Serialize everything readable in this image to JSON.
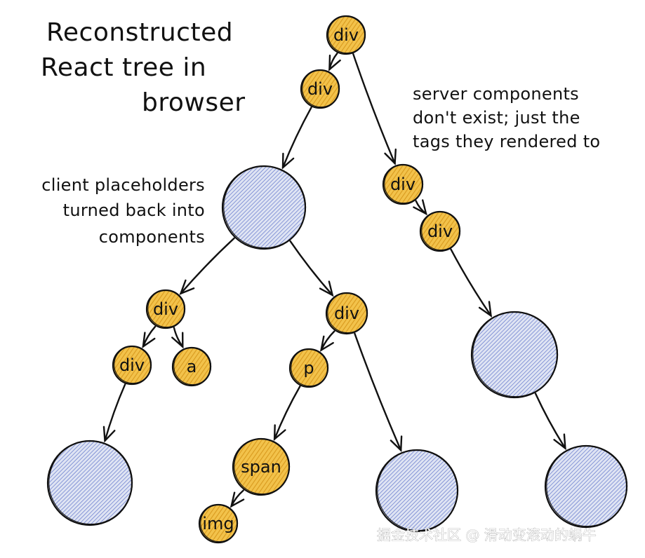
{
  "title": {
    "lines": [
      "Reconstructed",
      "React tree in",
      "browser"
    ]
  },
  "notes": {
    "server": [
      "server components",
      "don't exist; just the",
      "tags they rendered to"
    ],
    "client": [
      "client placeholders",
      "turned back into",
      "components"
    ]
  },
  "nodes": [
    {
      "id": "root-div",
      "kind": "tag",
      "label": "div"
    },
    {
      "id": "div2",
      "kind": "tag",
      "label": "div"
    },
    {
      "id": "client-1",
      "kind": "component",
      "label": ""
    },
    {
      "id": "right-div1",
      "kind": "tag",
      "label": "div"
    },
    {
      "id": "right-div2",
      "kind": "tag",
      "label": "div"
    },
    {
      "id": "client-2",
      "kind": "component",
      "label": ""
    },
    {
      "id": "div-a-parent",
      "kind": "tag",
      "label": "div"
    },
    {
      "id": "div-p-parent",
      "kind": "tag",
      "label": "div"
    },
    {
      "id": "div-leaf",
      "kind": "tag",
      "label": "div"
    },
    {
      "id": "a",
      "kind": "tag",
      "label": "a"
    },
    {
      "id": "p",
      "kind": "tag",
      "label": "p"
    },
    {
      "id": "span",
      "kind": "tag",
      "label": "span"
    },
    {
      "id": "img",
      "kind": "tag",
      "label": "img"
    },
    {
      "id": "client-3",
      "kind": "component",
      "label": ""
    },
    {
      "id": "client-4",
      "kind": "component",
      "label": ""
    },
    {
      "id": "client-5",
      "kind": "component",
      "label": ""
    }
  ],
  "edges": [
    [
      "root-div",
      "div2"
    ],
    [
      "root-div",
      "right-div1"
    ],
    [
      "div2",
      "client-1"
    ],
    [
      "right-div1",
      "right-div2"
    ],
    [
      "right-div2",
      "client-2"
    ],
    [
      "client-1",
      "div-a-parent"
    ],
    [
      "client-1",
      "div-p-parent"
    ],
    [
      "div-a-parent",
      "div-leaf"
    ],
    [
      "div-a-parent",
      "a"
    ],
    [
      "div-p-parent",
      "p"
    ],
    [
      "div-p-parent",
      "client-4"
    ],
    [
      "div-leaf",
      "client-3"
    ],
    [
      "p",
      "span"
    ],
    [
      "span",
      "img"
    ],
    [
      "client-2",
      "client-5"
    ]
  ],
  "colors": {
    "tag_fill": "#f2c24b",
    "tag_hatch": "#d99a1e",
    "component_fill": "#dfe4f3",
    "component_hatch": "#5a6fc9",
    "ink": "#111111"
  },
  "watermark": "掘金技术社区 @ 滑动变滚动的蜗牛"
}
